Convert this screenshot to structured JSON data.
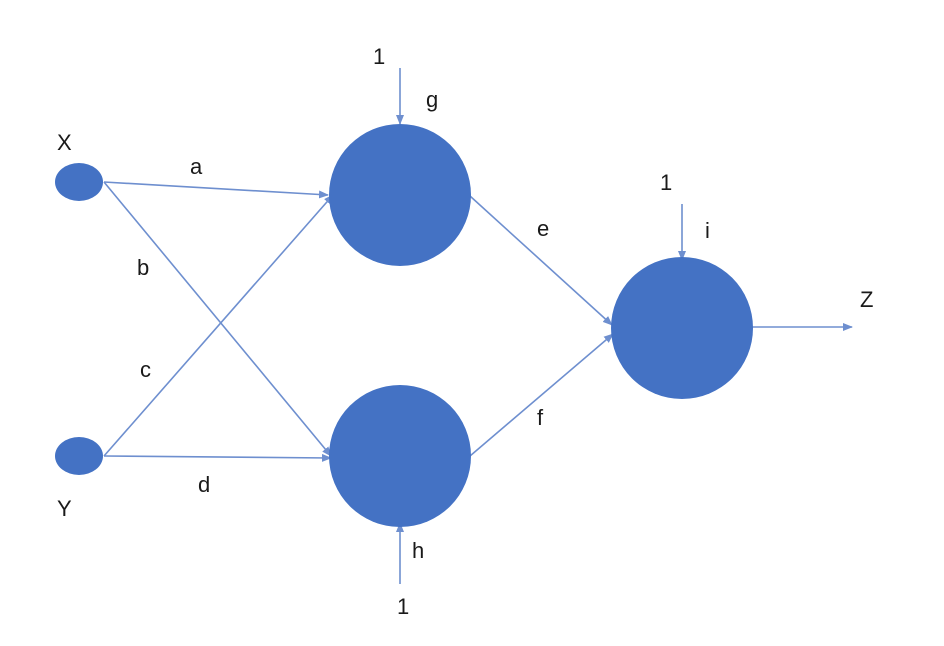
{
  "diagram": {
    "inputs": {
      "x": "X",
      "y": "Y"
    },
    "output": "Z",
    "weights": {
      "a": "a",
      "b": "b",
      "c": "c",
      "d": "d",
      "e": "e",
      "f": "f"
    },
    "biases": {
      "g": "g",
      "h": "h",
      "i": "i"
    },
    "bias_inputs": {
      "top": "1",
      "bottom": "1",
      "output": "1"
    },
    "colors": {
      "node": "#4472C4",
      "edge": "#6E8FCF",
      "text": "#1a1a1a"
    }
  }
}
